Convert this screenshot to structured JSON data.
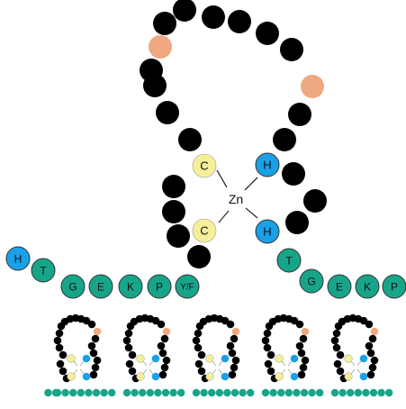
{
  "diagram": {
    "center_label": "Zn",
    "colors": {
      "generic": "#000000",
      "hydrophobic": "#F0A880",
      "cysteine": "#F5EF9A",
      "histidine": "#1AA0E6",
      "linker": "#17A58A",
      "bond": "#333333"
    },
    "labels": {
      "cys_top": "C",
      "cys_bottom": "C",
      "his_top": "H",
      "his_bottom": "H",
      "left_his": "H",
      "left_linker": [
        "T",
        "G",
        "E",
        "K",
        "P",
        "Y/F"
      ],
      "right_linker": [
        "T",
        "G",
        "E",
        "K",
        "P"
      ]
    },
    "repeat_count": 5
  }
}
